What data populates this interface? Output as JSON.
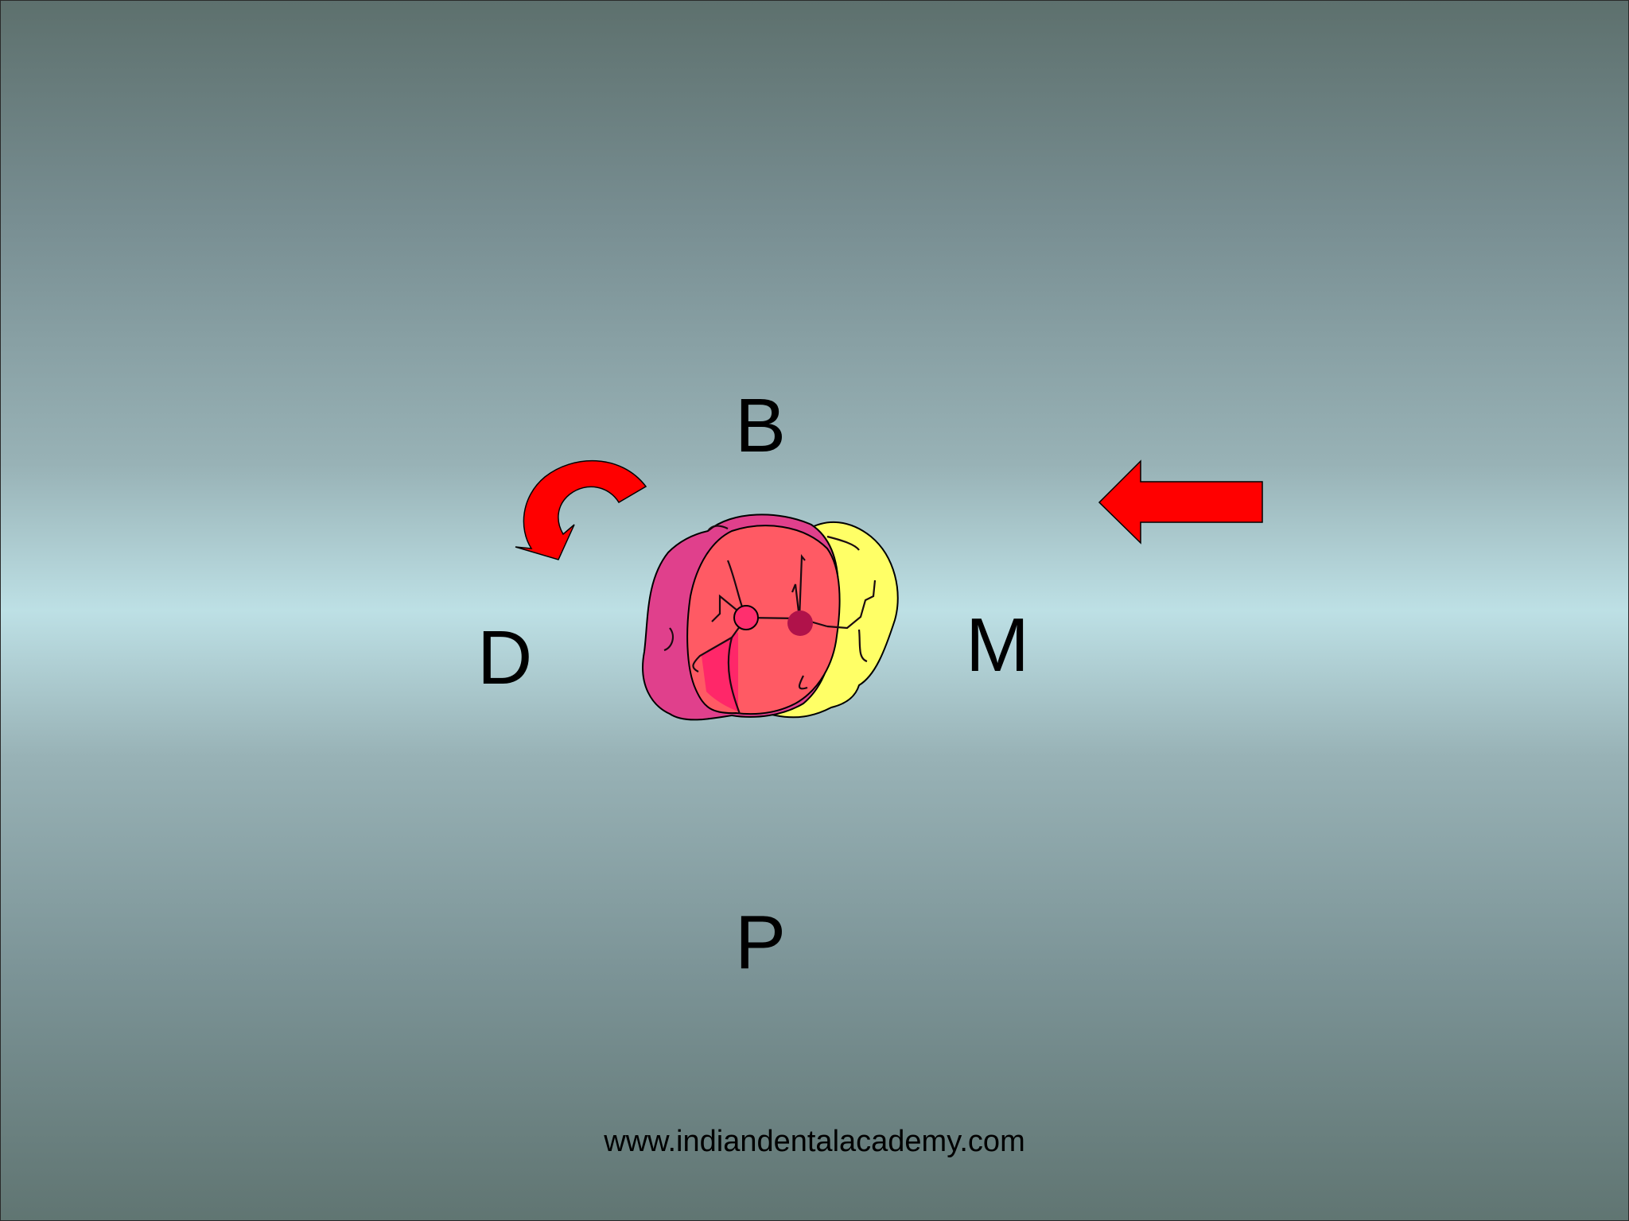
{
  "labels": {
    "top": "B",
    "left": "D",
    "right": "M",
    "bottom": "P"
  },
  "footer": {
    "url": "www.indiandentalacademy.com"
  },
  "icons": {
    "rotation_arrow": "curved-rotation-arrow-icon",
    "direction_arrow": "left-arrow-icon",
    "tooth": "tooth-occlusal-view-icon"
  },
  "colors": {
    "arrow": "#ff0000",
    "tooth_shadow": "#ffff66",
    "tooth_main": "#ff5a64",
    "tooth_overlay": "#e0408c",
    "cusp_dot": "#ff2f6e",
    "cusp_dot_dark": "#b0124a"
  }
}
